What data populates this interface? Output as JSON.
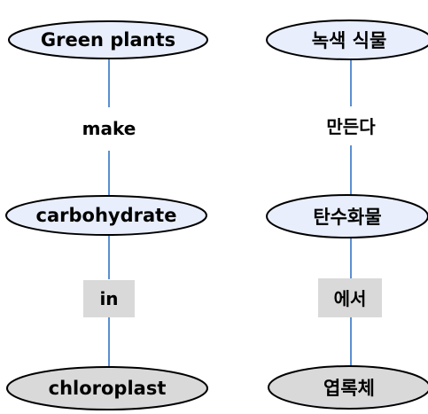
{
  "colors": {
    "node_fill_light": "#e8eefb",
    "node_fill_gray": "#d9d9d9",
    "node_stroke": "#000000",
    "connector": "#5b8fd0",
    "link_box_fill": "#d9d9d9"
  },
  "english": {
    "node_top": "Green plants",
    "link_top": "make",
    "node_middle": "carbohydrate",
    "link_bottom": "in",
    "node_bottom": "chloroplast"
  },
  "korean": {
    "node_top": "녹색 식물",
    "link_top": "만든다",
    "node_middle": "탄수화물",
    "link_bottom": "에서",
    "node_bottom": "엽록체"
  }
}
